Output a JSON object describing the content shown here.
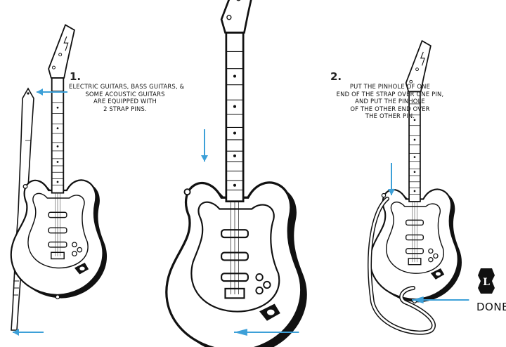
{
  "steps": [
    {
      "number": "1.",
      "text": "ELECTRIC GUITARS, BASS GUITARS, &\nSOME ACOUSTIC GUITARS\nARE EQUIPPED WITH\n2 STRAP PINS."
    },
    {
      "number": "2.",
      "text": "PUT THE PINHOLE OF ONE\nEND OF THE STRAP OVER ONE PIN,\nAND PUT THE PINHOLE\nOF THE OTHER END OVER\nTHE OTHER PIN."
    }
  ],
  "done_label": "DONE",
  "logo_letter": "L",
  "colors": {
    "arrow": "#3da0d8",
    "ink": "#111111",
    "paper": "#ffffff"
  },
  "icons": [
    "arrow-left-icon",
    "arrow-down-icon",
    "levys-logo-icon"
  ]
}
